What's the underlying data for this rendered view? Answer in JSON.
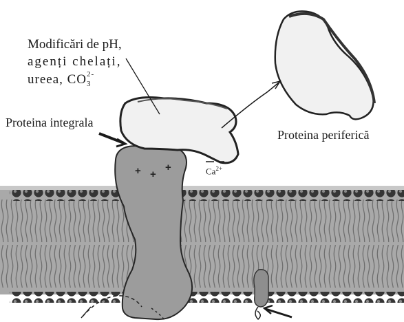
{
  "labels": {
    "conditions": {
      "line1": "Modificări de pH,",
      "line2": "agenți chelați,",
      "line3_prefix": "ureea, CO",
      "line3_sub": "3",
      "line3_sup": "2-"
    },
    "integral_protein": "Proteina integrala",
    "peripheral_protein": "Proteina periferică",
    "calcium_ion": "Ca",
    "calcium_charge": "2+",
    "charge_sign": "+"
  },
  "colors": {
    "protein_fill": "#f1f1f1",
    "protein_edge": "#222222",
    "integral_fill": "#9c9c9c",
    "head_fill": "#333333",
    "tail_color": "#7a7a7a",
    "bilayer_bg": "#a9a9a9"
  }
}
